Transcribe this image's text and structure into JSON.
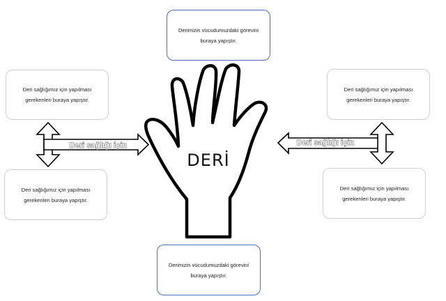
{
  "boxes": {
    "top": "Derimizin vücudumuzdaki görevini\nburaya yapıştır.",
    "bottom": "Derimizin vücudumuzdaki görevini\nburaya yapıştır.",
    "left_top": "Deri sağlığımız için yapılması\ngerekenleri buraya yapıştır.",
    "left_bottom": "Deri sağlığımız için yapılması\ngerekenleri buraya yapıştır.",
    "right_top": "Deri sağlığımız için yapılması\ngerekenleri buraya yapıştır.",
    "right_bottom": "Deri sağlığımız için yapılması\ngerekenleri buraya yapıştır."
  },
  "hand": {
    "label": "DERİ"
  },
  "arrows": {
    "left_label": "Deri sağlığı için",
    "right_label": "Deri sağlığı için"
  },
  "colors": {
    "box_border_blue": "#4472c4",
    "box_border_gray": "#d0d0d0",
    "outline": "#000000"
  },
  "icons": [
    "hand-icon",
    "vertical-double-arrow-icon",
    "horizontal-arrow-icon"
  ]
}
